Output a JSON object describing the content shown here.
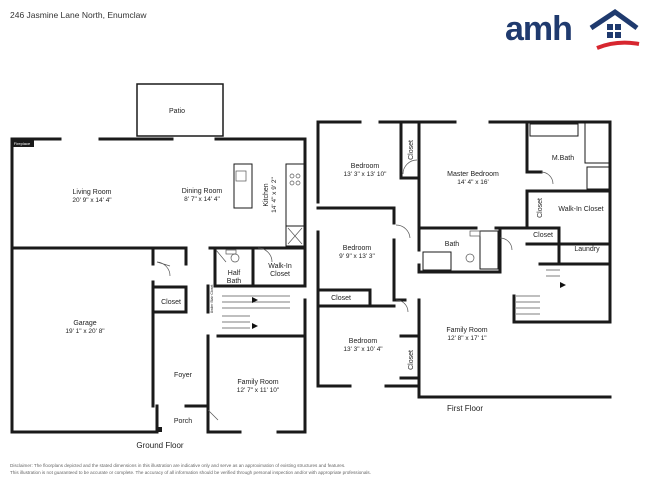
{
  "header": {
    "address": "246 Jasmine Lane North, Enumclaw",
    "logo_text": "amh"
  },
  "floors": {
    "ground": {
      "title": "Ground Floor",
      "rooms": {
        "patio": {
          "name": "Patio"
        },
        "fireplace": {
          "name": "Fireplace"
        },
        "living_room": {
          "name": "Living Room",
          "dim": "20' 9\" x 14' 4\""
        },
        "dining_room": {
          "name": "Dining Room",
          "dim": "8' 7\" x 14' 4\""
        },
        "kitchen": {
          "name": "Kitchen",
          "dim": "14' 4\" x 9' 2\""
        },
        "half_bath": {
          "name1": "Half",
          "name2": "Bath"
        },
        "walk_in_closet": {
          "name1": "Walk-In",
          "name2": "Closet"
        },
        "garage": {
          "name": "Garage",
          "dim": "19' 1\" x 20' 8\""
        },
        "closet": {
          "name": "Closet"
        },
        "under_stair_closet": {
          "name": "Under Stair Closet"
        },
        "foyer": {
          "name": "Foyer"
        },
        "family_room": {
          "name": "Family Room",
          "dim": "12' 7\" x 11' 10\""
        },
        "porch": {
          "name": "Porch"
        }
      }
    },
    "first": {
      "title": "First Floor",
      "rooms": {
        "bedroom1": {
          "name": "Bedroom",
          "dim": "13' 3\" x 13' 10\""
        },
        "closet1": {
          "name": "Closet"
        },
        "master_bedroom": {
          "name": "Master Bedroom",
          "dim": "14' 4\" x 16'"
        },
        "mbath": {
          "name": "M.Bath"
        },
        "closet2": {
          "name": "Closet"
        },
        "walk_in_closet": {
          "name": "Walk-In Closet"
        },
        "bedroom2": {
          "name": "Bedroom",
          "dim": "9' 9\" x 13' 3\""
        },
        "bath": {
          "name": "Bath"
        },
        "closet3": {
          "name": "Closet"
        },
        "laundry": {
          "name": "Laundry"
        },
        "closet4": {
          "name": "Closet"
        },
        "family_room": {
          "name": "Family Room",
          "dim": "12' 8\" x 17' 1\""
        },
        "bedroom3": {
          "name": "Bedroom",
          "dim": "13' 3\" x 10' 4\""
        },
        "closet5": {
          "name": "Closet"
        }
      }
    }
  },
  "disclaimer": {
    "line1": "Disclaimer: The floorplans depicted and the stated dimensions in this illustration are indicative only and serve as an approximation of existing structures and features.",
    "line2": "This illustration is not guaranteed to be accurate or complete. The accuracy of all information should be verified through personal inspection and/or with appropriate professionals."
  },
  "colors": {
    "logo_blue": "#1f3a6e",
    "logo_red": "#d7262f",
    "wall": "#1a1a1a"
  }
}
